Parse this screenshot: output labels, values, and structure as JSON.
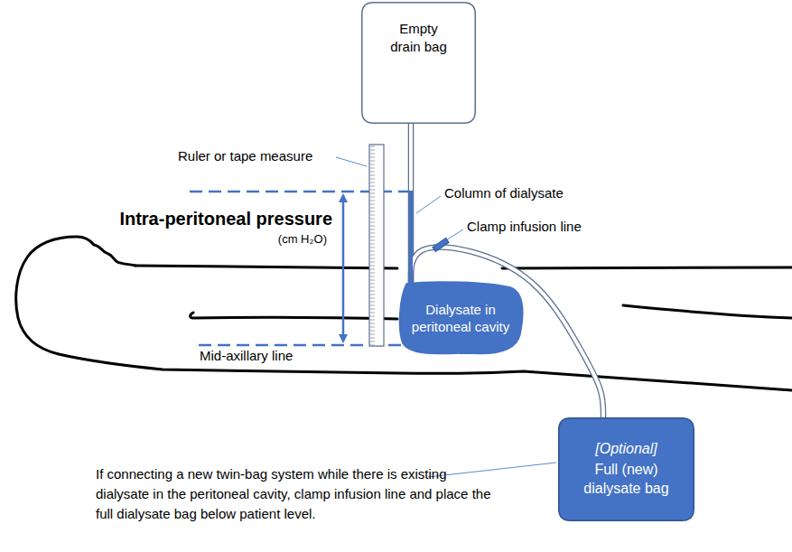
{
  "diagram": {
    "nodes": [
      {
        "text": [
          "Empty drain bag"
        ]
      },
      {
        "text": [
          "Dialysate in peritoneal cavity"
        ]
      },
      {
        "text": [
          "[Optional]",
          "Full (new) dialysate bag"
        ]
      }
    ],
    "edges": [
      {
        "from": 0,
        "to": 1,
        "arrow": "none"
      },
      {
        "from": 1,
        "to": 2,
        "arrow": "none"
      }
    ],
    "labels": [
      "Ruler or tape measure",
      "Column of dialysate",
      "Clamp infusion line",
      "Intra-peritoneal pressure",
      "(cm H₂O)",
      "Mid-axillary line",
      "If connecting a new twin-bag system while there is existing dialysate in the peritoneal cavity, clamp infusion line and place the full dialysate bag below patient level."
    ]
  }
}
